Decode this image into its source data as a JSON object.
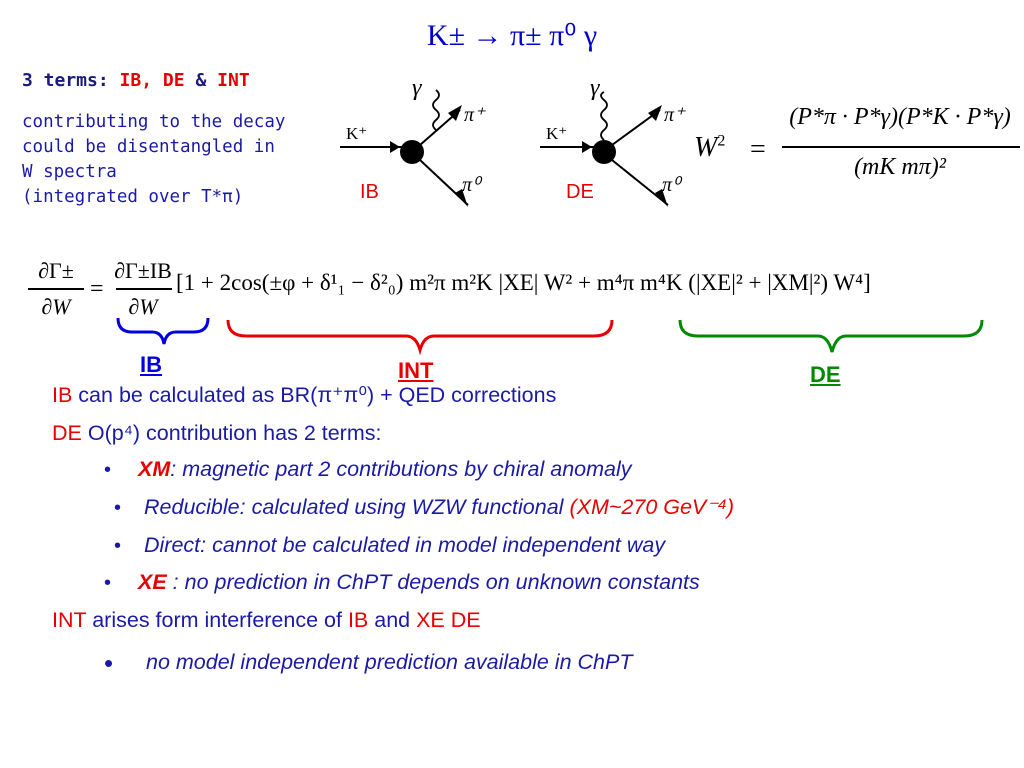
{
  "title": "K± → π± π⁰ γ",
  "terms": {
    "prefix": "3 terms:",
    "ib": "IB",
    "comma": ",",
    "de": "DE",
    "amp": "&",
    "int": "INT"
  },
  "contrib_lines": [
    "contributing to the decay",
    "could be disentangled in",
    "W spectra",
    "(integrated over T*π)"
  ],
  "diagram_labels": {
    "ib": "IB",
    "de": "DE",
    "kplus": "K⁺",
    "gamma": "γ",
    "piplus": "π⁺",
    "pizero": "π⁰"
  },
  "w_formula": {
    "lhs": "W",
    "exp": "2",
    "eq": "=",
    "numerator": "(P*π · P*γ)(P*K · P*γ)",
    "denominator": "(mK mπ)²"
  },
  "rate_formula": {
    "lhs_num": "∂Γ±",
    "lhs_den": "∂W",
    "eq": "=",
    "rhs_num": "∂Γ±IB",
    "rhs_den": "∂W",
    "bracket": "[1 + 2cos(±φ + δ¹₁ − δ²₀) m²π m²K |XE| W² + m⁴π m⁴K (|XE|² + |XM|²) W⁴]"
  },
  "brace_labels": {
    "ib": "IB",
    "int": "INT",
    "de": "DE"
  },
  "brace_colors": {
    "ib": "#0000e0",
    "int": "#e60000",
    "de": "#008a00"
  },
  "lines": {
    "l1": {
      "lead": "IB",
      "text": " can be calculated as  BR(π⁺π⁰) + QED corrections"
    },
    "l2": {
      "lead": "DE",
      "text": " O(p⁴) contribution has 2 terms:"
    },
    "l3": {
      "bold": "XM",
      "text": ": magnetic part 2 contributions by chiral anomaly"
    },
    "l4": {
      "text": "Reducible: calculated using WZW functional  ",
      "red": "(XM~270 GeV⁻⁴)"
    },
    "l5": {
      "text": "Direct: cannot be calculated in model independent way"
    },
    "l6": {
      "bold": "XE",
      "text": " : no prediction in ChPT depends on unknown constants"
    },
    "l7": {
      "pre": "INT",
      "mid": " arises form interference of ",
      "ib": "IB",
      "and": " and ",
      "xe": "XE DE"
    },
    "l8": {
      "text": "no model independent prediction available in ChPT"
    }
  },
  "bullet": "•"
}
